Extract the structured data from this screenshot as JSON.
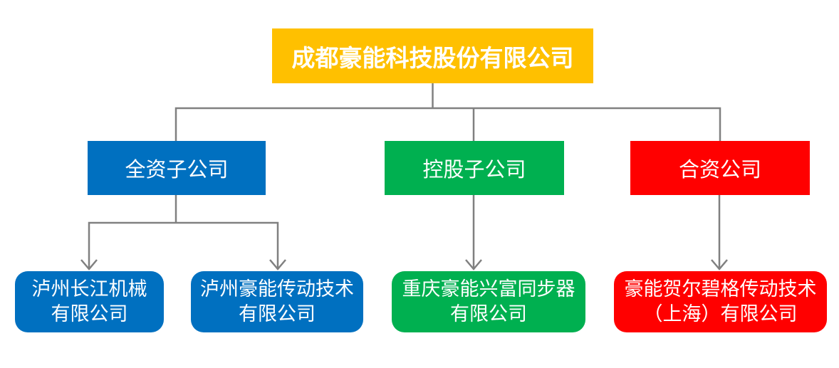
{
  "org_chart": {
    "type": "org-tree",
    "root": {
      "label": "成都豪能科技股份有限公司",
      "color": "#FFC000",
      "text_color": "#FFFFFF"
    },
    "categories": [
      {
        "label": "全资子公司",
        "color": "#0070C0",
        "text_color": "#FFFFFF"
      },
      {
        "label": "控股子公司",
        "color": "#00B050",
        "text_color": "#FFFFFF"
      },
      {
        "label": "合资公司",
        "color": "#FF0000",
        "text_color": "#FFFFFF"
      }
    ],
    "companies": [
      {
        "line1": "泸州长江机械",
        "line2": "有限公司",
        "parent_category": "全资子公司",
        "color": "#0070C0"
      },
      {
        "line1": "泸州豪能传动技术",
        "line2": "有限公司",
        "parent_category": "全资子公司",
        "color": "#0070C0"
      },
      {
        "line1": "重庆豪能兴富同步器",
        "line2": "有限公司",
        "parent_category": "控股子公司",
        "color": "#00B050"
      },
      {
        "line1": "豪能贺尔碧格传动技术",
        "line2": "（上海）有限公司",
        "parent_category": "合资公司",
        "color": "#FF0000"
      }
    ],
    "connector_color": "#808080",
    "background_color": "#FFFFFF"
  }
}
